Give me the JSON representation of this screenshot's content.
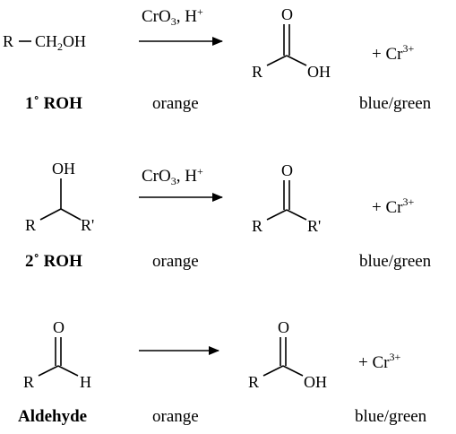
{
  "reactions": [
    {
      "reagent": {
        "main": "CrO",
        "sub": "3",
        "rest": ", H",
        "sup": "+"
      },
      "reactant": {
        "r": "R",
        "group": "CH",
        "group_sub": "2",
        "group_rest": "OH"
      },
      "reactant_label": "1˚ ROH",
      "reagent_color": "orange",
      "product": {
        "r": "R",
        "o": "O",
        "oh": "OH"
      },
      "byproduct": {
        "prefix": "+ Cr",
        "sup": "3+"
      },
      "byproduct_color": "blue/green"
    },
    {
      "reagent": {
        "main": "CrO",
        "sub": "3",
        "rest": ", H",
        "sup": "+"
      },
      "reactant": {
        "r": "R",
        "oh": "OH",
        "r2": "R'"
      },
      "reactant_label": "2˚ ROH",
      "reagent_color": "orange",
      "product": {
        "r": "R",
        "o": "O",
        "r2": "R'"
      },
      "byproduct": {
        "prefix": "+ Cr",
        "sup": "3+"
      },
      "byproduct_color": "blue/green"
    },
    {
      "reactant": {
        "r": "R",
        "o": "O",
        "h": "H"
      },
      "reactant_label": "Aldehyde",
      "reagent_color": "orange",
      "product": {
        "r": "R",
        "o": "O",
        "oh": "OH"
      },
      "byproduct": {
        "prefix": "+ Cr",
        "sup": "3+"
      },
      "byproduct_color": "blue/green"
    }
  ]
}
